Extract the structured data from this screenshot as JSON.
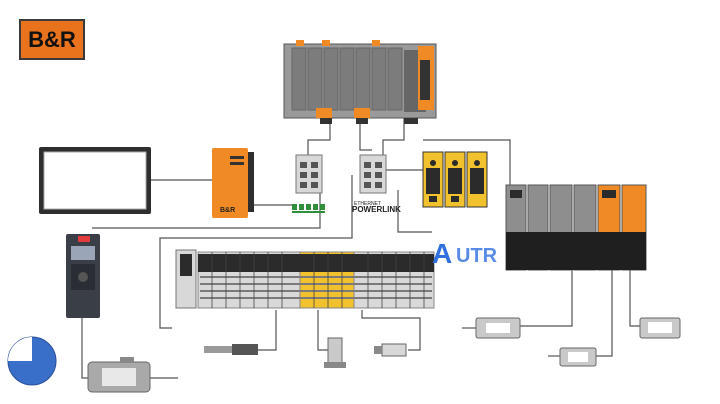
{
  "logo": {
    "text": "B&R",
    "color": "#e8731c"
  },
  "panel_brand": "B&R",
  "powerlink": {
    "small": "ETHERNET",
    "label": "POWERLINK"
  },
  "watermark": {
    "letter": "A",
    "text": "UTR"
  },
  "colors": {
    "orange": "#f08a24",
    "grey": "#8e8e8e",
    "dark": "#2b2b2b",
    "yellow": "#f2c12e",
    "blue": "#3a6fc9"
  }
}
